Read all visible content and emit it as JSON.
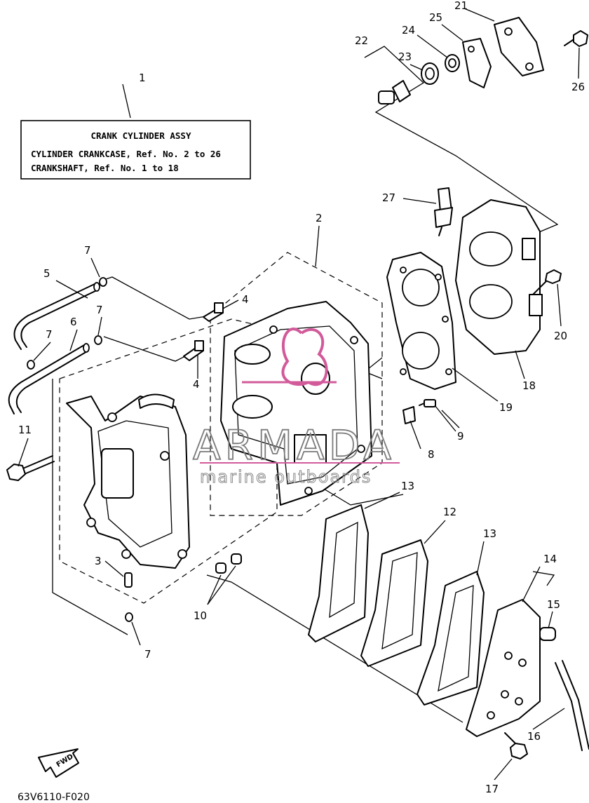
{
  "title_box": {
    "title": "CRANK CYLINDER ASSY",
    "line1": "CYLINDER CRANKCASE, Ref. No. 2 to 26",
    "line2": "CRANKSHAFT, Ref. No. 1 to 18"
  },
  "callouts": [
    "1",
    "2",
    "3",
    "4",
    "4",
    "5",
    "6",
    "7",
    "7",
    "7",
    "7",
    "8",
    "9",
    "10",
    "11",
    "12",
    "13",
    "13",
    "14",
    "15",
    "16",
    "17",
    "18",
    "19",
    "20",
    "21",
    "22",
    "23",
    "24",
    "25",
    "26",
    "27"
  ],
  "fwd_label": "FWD",
  "diagram_code": "63V6110-F020",
  "watermark": {
    "brand": "ARMADA",
    "tagline": "marine outboards",
    "logo_color": "#d25a9a"
  }
}
